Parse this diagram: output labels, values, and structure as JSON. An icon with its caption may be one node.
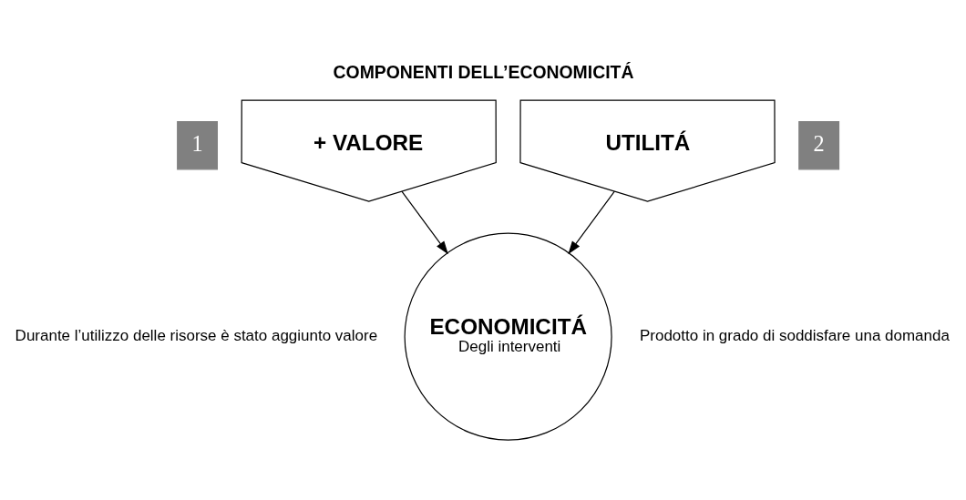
{
  "diagram": {
    "title": "COMPONENTI DELL’ECONOMICITÁ",
    "nodes": [
      {
        "text": [
          "1"
        ]
      },
      {
        "text": [
          "+ VALORE"
        ]
      },
      {
        "text": [
          "UTILITÁ"
        ]
      },
      {
        "text": [
          "2"
        ]
      },
      {
        "text": [
          "ECONOMICITÁ",
          "Degli interventi"
        ]
      }
    ],
    "edges": [
      {
        "from": 1,
        "to": 4,
        "arrow": "to"
      },
      {
        "from": 2,
        "to": 4,
        "arrow": "to"
      }
    ],
    "labels": [
      "Durante l’utilizzo delle risorse è stato aggiunto valore",
      "Prodotto in grado di soddisfare una domanda"
    ]
  }
}
